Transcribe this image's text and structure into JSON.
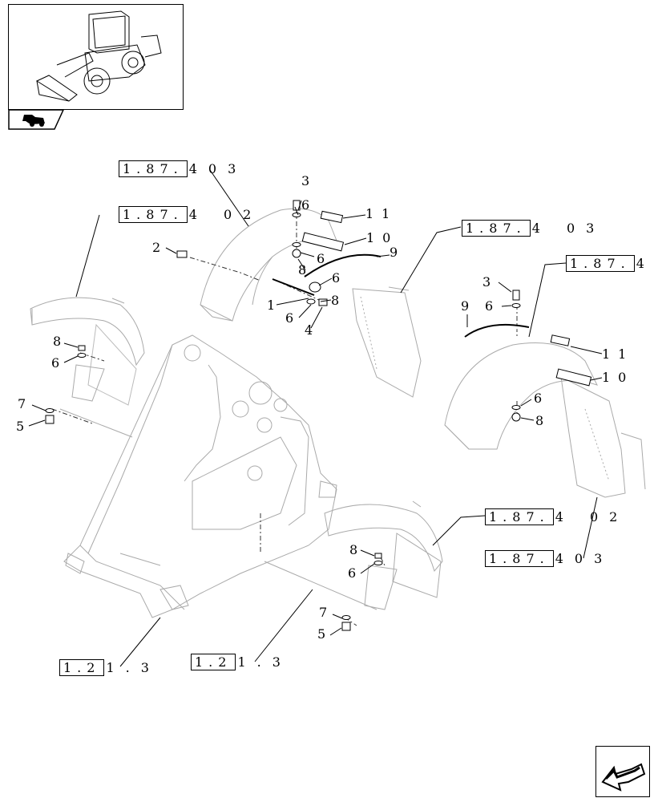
{
  "references": [
    {
      "box": "1.87.",
      "tail": "403"
    },
    {
      "box": "1.87.",
      "tail": "4 02"
    },
    {
      "box": "1.87.",
      "tail": "4 03"
    },
    {
      "box": "1.87.",
      "tail": "4"
    },
    {
      "box": "1.87.",
      "tail": "4 02"
    },
    {
      "box": "1.87.",
      "tail": "403"
    },
    {
      "box": "1.2",
      "tail": "1.3"
    },
    {
      "box": "1.2",
      "tail": "1.3"
    }
  ],
  "callouts": [
    "3",
    "6",
    "11",
    "10",
    "2",
    "6",
    "9",
    "8",
    "6",
    "1",
    "8",
    "6",
    "4",
    "3",
    "6",
    "9",
    "11",
    "10",
    "6",
    "8",
    "8",
    "6",
    "7",
    "5",
    "8",
    "6",
    "7",
    "5"
  ],
  "icons": {
    "thumbnail": "wheel-loader-thumbnail",
    "tab": "loader-silhouette-icon",
    "nav": "previous-page-arrow-icon"
  }
}
